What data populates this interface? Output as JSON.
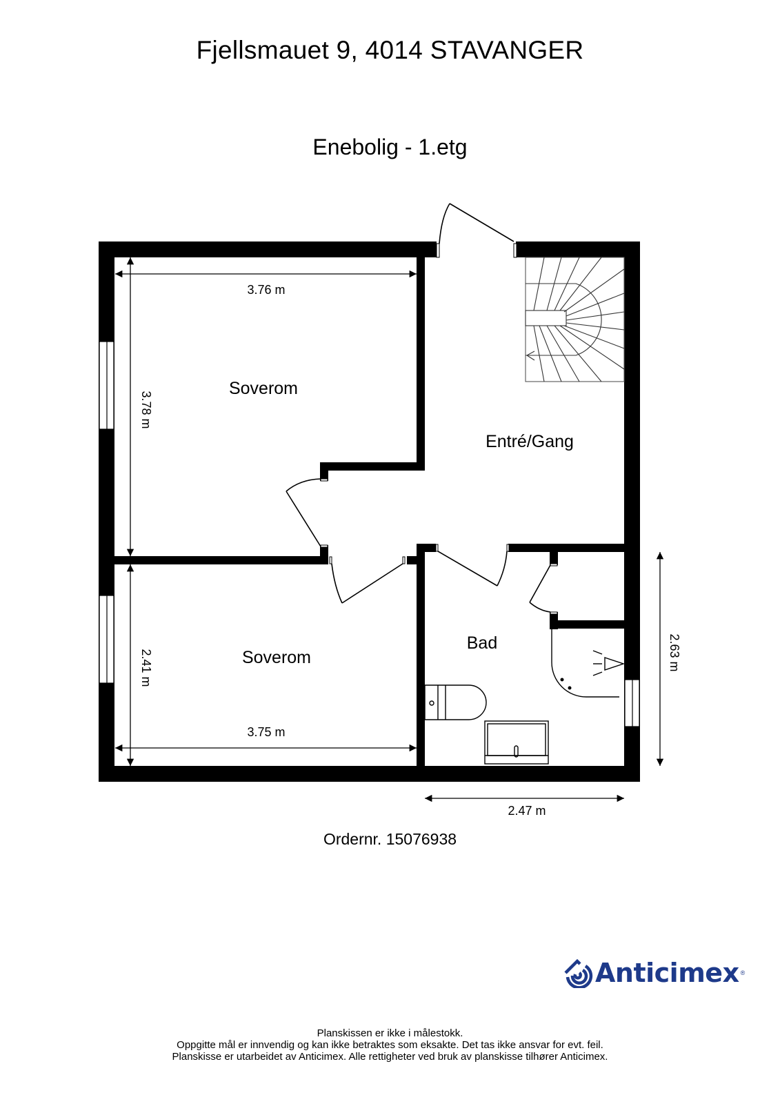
{
  "header": {
    "address": "Fjellsmauet 9, 4014 STAVANGER",
    "floor_label": "Enebolig  - 1.etg"
  },
  "rooms": [
    {
      "name": "Soverom",
      "id": "bedroom-1"
    },
    {
      "name": "Entré/Gang",
      "id": "hallway"
    },
    {
      "name": "Soverom",
      "id": "bedroom-2"
    },
    {
      "name": "Bad",
      "id": "bathroom"
    }
  ],
  "dimensions": {
    "bedroom1_width": "3.76 m",
    "bedroom1_height": "3.78 m",
    "bedroom2_width": "3.75 m",
    "bedroom2_height": "2.41 m",
    "bathroom_width": "2.47 m",
    "bathroom_height": "2.63 m"
  },
  "order": "Ordernr. 15076938",
  "brand": {
    "name": "Anticimex",
    "registered": "®",
    "color": "#1e3a8a"
  },
  "footer": {
    "line1": "Planskissen er ikke i målestokk.",
    "line2": "Oppgitte mål er innvendig og kan ikke betraktes som eksakte. Det tas ikke ansvar for evt. feil.",
    "line3": "Planskisse er utarbeidet av Anticimex. Alle rettigheter ved bruk av planskisse tilhører Anticimex."
  }
}
